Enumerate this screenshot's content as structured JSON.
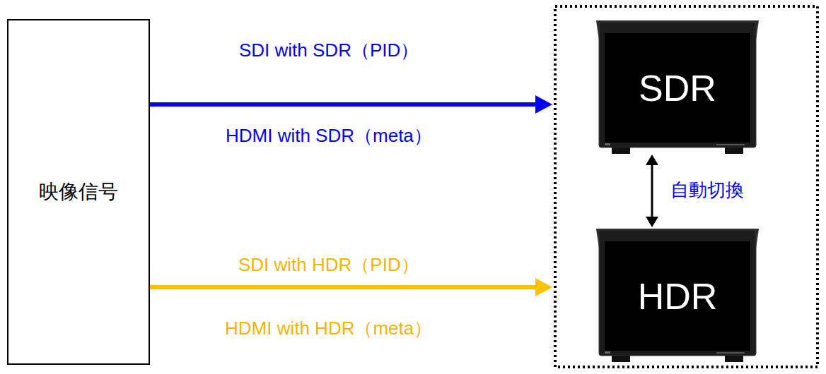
{
  "diagram": {
    "nodes": [
      {
        "text": [
          "映像信号"
        ]
      },
      {
        "text": [
          "SDR"
        ]
      },
      {
        "text": [
          "HDR"
        ]
      }
    ],
    "edges": [
      {
        "from": 0,
        "to": 1,
        "arrow": "to",
        "label": "SDI with SDR（PID）"
      },
      {
        "from": 0,
        "to": 2,
        "arrow": "to",
        "label": "SDI with HDR（PID）"
      },
      {
        "from": 1,
        "to": 2,
        "arrow": "both",
        "label": "自動切換"
      }
    ],
    "labels": [
      "HDMI with SDR（meta）",
      "HDMI with HDR（meta）"
    ]
  }
}
